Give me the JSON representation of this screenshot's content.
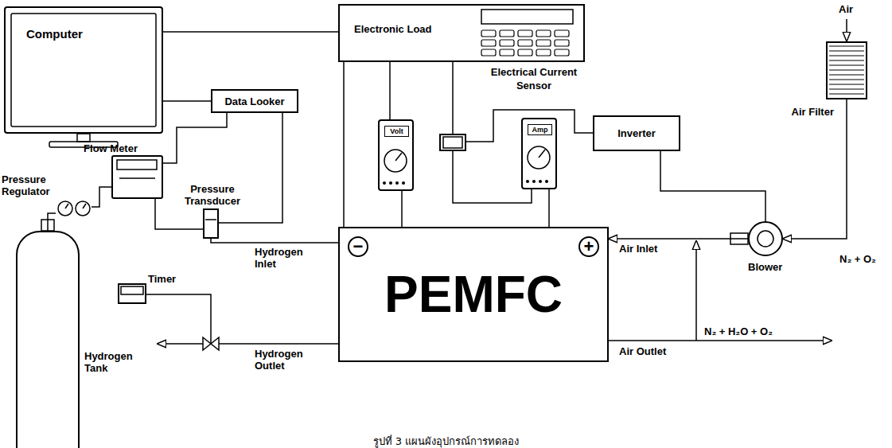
{
  "diagram": {
    "caption": "รูปที่ 3 แผนผังอุปกรณ์การทดลอง",
    "nodes": [
      {
        "text": [
          "Computer"
        ]
      },
      {
        "text": [
          "Electronic Load"
        ]
      },
      {
        "text": [
          "Data Looker"
        ]
      },
      {
        "text": [
          "Flow Meter"
        ]
      },
      {
        "text": [
          "Pressure Regulator"
        ]
      },
      {
        "text": [
          "Pressure Transducer"
        ]
      },
      {
        "text": [
          "Hydrogen Tank"
        ]
      },
      {
        "text": [
          "Timer"
        ]
      },
      {
        "text": [
          "Volt"
        ]
      },
      {
        "text": [
          "Electrical Current Sensor"
        ]
      },
      {
        "text": [
          "Amp"
        ]
      },
      {
        "text": [
          "Inverter"
        ]
      },
      {
        "text": [
          "−",
          "+",
          "PEMFC"
        ]
      },
      {
        "text": [
          "Air Filter"
        ]
      },
      {
        "text": [
          "Blower"
        ]
      }
    ],
    "edges": [
      {
        "from": 0,
        "to": 1,
        "arrow": "none"
      },
      {
        "from": 0,
        "to": 2,
        "arrow": "none"
      },
      {
        "from": 2,
        "to": 3,
        "arrow": "none"
      },
      {
        "from": 2,
        "to": 5,
        "arrow": "none"
      },
      {
        "from": 6,
        "to": 4,
        "arrow": "none"
      },
      {
        "from": 4,
        "to": 3,
        "arrow": "none"
      },
      {
        "from": 3,
        "to": 5,
        "arrow": "none"
      },
      {
        "from": 5,
        "to": 12,
        "arrow": "none"
      },
      {
        "from": 1,
        "to": 12,
        "arrow": "none"
      },
      {
        "from": 1,
        "to": 8,
        "arrow": "none"
      },
      {
        "from": 8,
        "to": 12,
        "arrow": "none"
      },
      {
        "from": 1,
        "to": 9,
        "arrow": "none"
      },
      {
        "from": 9,
        "to": 10,
        "arrow": "none"
      },
      {
        "from": 9,
        "to": 11,
        "arrow": "none"
      },
      {
        "from": 10,
        "to": 12,
        "arrow": "none"
      },
      {
        "from": 11,
        "to": 14,
        "arrow": "none"
      },
      {
        "from": 13,
        "to": 14,
        "arrow": "to"
      },
      {
        "from": 14,
        "to": 12,
        "arrow": "to"
      }
    ],
    "labels": [
      "Hydrogen Inlet",
      "Air Inlet",
      "Hydrogen Outlet",
      "Air Outlet",
      "N₂ + H₂O + O₂",
      "N₂ + O₂",
      "Air"
    ]
  }
}
